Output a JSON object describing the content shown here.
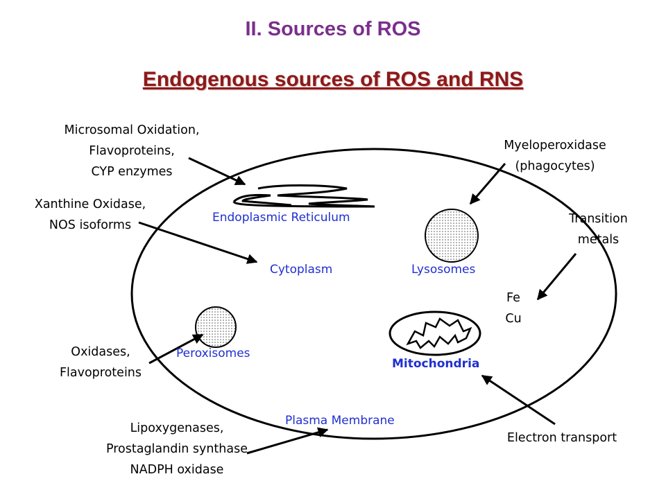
{
  "title": "II. Sources of ROS",
  "subtitle": "Endogenous sources of ROS and RNS",
  "sources": {
    "microsomal": [
      "Microsomal Oxidation,",
      "Flavoproteins,",
      "CYP enzymes"
    ],
    "xanthine": [
      "Xanthine Oxidase,",
      "NOS isoforms"
    ],
    "myeloperoxidase": [
      "Myeloperoxidase",
      "(phagocytes)"
    ],
    "transition": [
      "Transition",
      "metals"
    ],
    "metals": [
      "Fe",
      "Cu"
    ],
    "oxidases": [
      "Oxidases,",
      "Flavoproteins"
    ],
    "lipoxygenases": [
      "Lipoxygenases,",
      "Prostaglandin synthase",
      "NADPH oxidase"
    ],
    "electron": "Electron transport"
  },
  "organelles": {
    "er": "Endoplasmic Reticulum",
    "cytoplasm": "Cytoplasm",
    "lysosomes": "Lysosomes",
    "peroxisomes": "Peroxisomes",
    "mitochondria": "Mitochondria",
    "membrane": "Plasma Membrane"
  },
  "colors": {
    "title": "#7a2f8c",
    "subtitle": "#8b1a1a",
    "organelle_label": "#1f2fd0"
  }
}
